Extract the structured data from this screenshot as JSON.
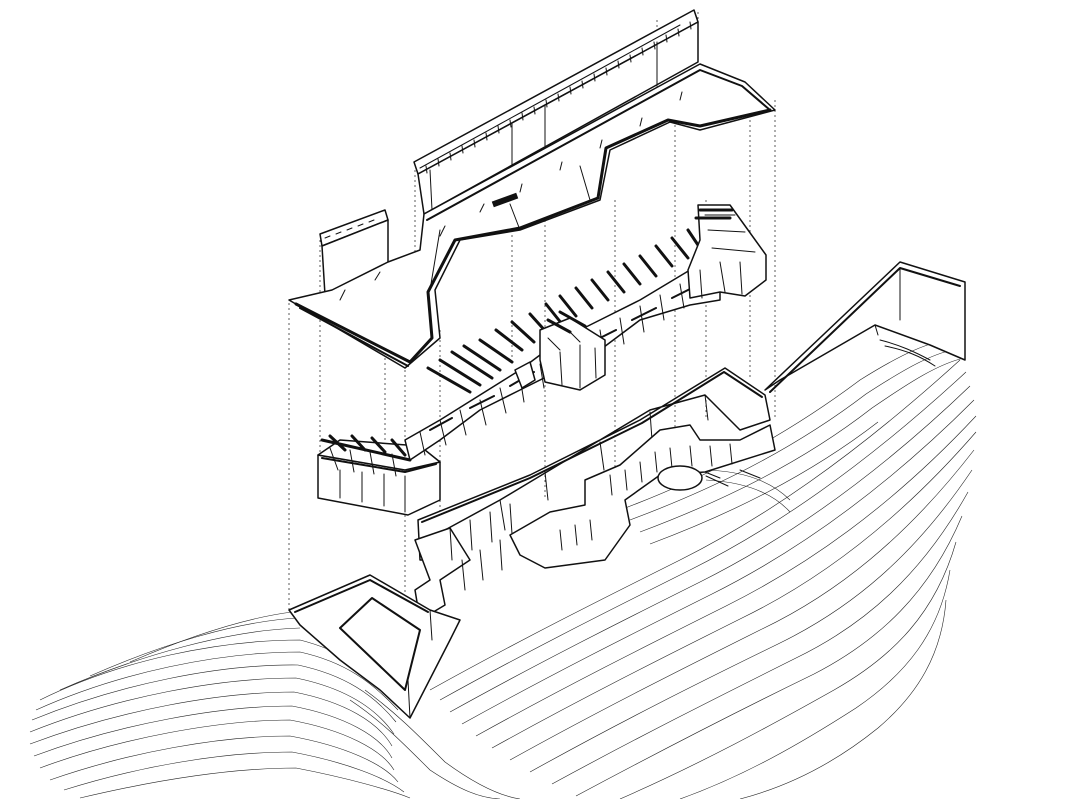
{
  "figure": {
    "kind": "exploded-axonometric-drawing",
    "layers": [
      "roof-terrace-level",
      "cell-level",
      "fortification-wall-level",
      "terrain-contours"
    ],
    "colors": {
      "ink": "#111111",
      "paper": "#ffffff"
    }
  }
}
